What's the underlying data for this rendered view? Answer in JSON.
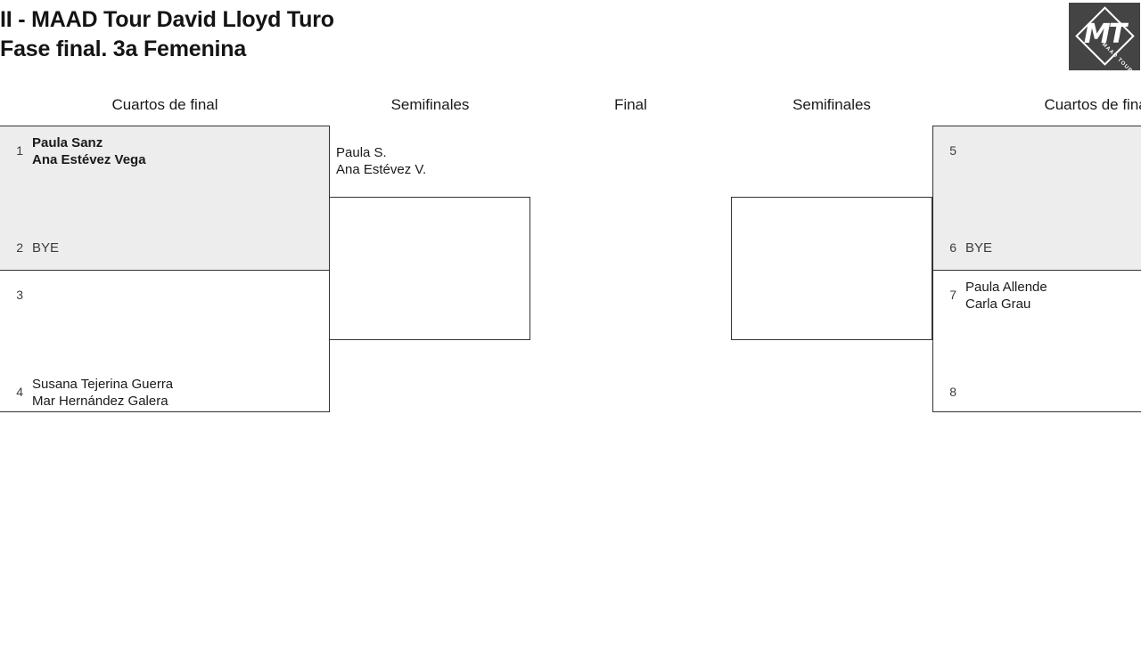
{
  "header": {
    "title_line1": "II - MAAD Tour David Lloyd Turo",
    "title_line2": "Fase final. 3a Femenina",
    "logo": {
      "mark": "MT",
      "subtext": "MAAD TOUR"
    }
  },
  "rounds": {
    "qf_left": "Cuartos de final",
    "sf_left": "Semifinales",
    "final": "Final",
    "sf_right": "Semifinales",
    "qf_right": "Cuartos de final"
  },
  "bracket": {
    "left": {
      "match1": {
        "upper": {
          "seed": "1",
          "name1": "Paula Sanz",
          "name2": "Ana Estévez Vega",
          "winner": true
        },
        "lower": {
          "seed": "2",
          "name1": "BYE",
          "name2": "",
          "winner": false
        }
      },
      "match2": {
        "upper": {
          "seed": "3",
          "name1": "",
          "name2": "",
          "winner": false
        },
        "lower": {
          "seed": "4",
          "name1": "Susana Tejerina Guerra",
          "name2": "Mar Hernández Galera",
          "winner": false
        }
      }
    },
    "right": {
      "match1": {
        "upper": {
          "seed": "5",
          "name1": "",
          "name2": "",
          "winner": false
        },
        "lower": {
          "seed": "6",
          "name1": "BYE",
          "name2": "",
          "winner": false
        }
      },
      "match2": {
        "upper": {
          "seed": "7",
          "name1": "Paula Allende",
          "name2": "Carla Grau",
          "winner": false
        },
        "lower": {
          "seed": "8",
          "name1": "",
          "name2": "",
          "winner": false
        }
      }
    },
    "semifinal_left": {
      "name1": "Paula S.",
      "name2": "Ana Estévez V."
    },
    "semifinal_right": {
      "name1": "",
      "name2": ""
    }
  },
  "colors": {
    "shaded_row": "#ededed",
    "border": "#333333",
    "logo_bg": "#444444",
    "text": "#1a1a1a"
  }
}
